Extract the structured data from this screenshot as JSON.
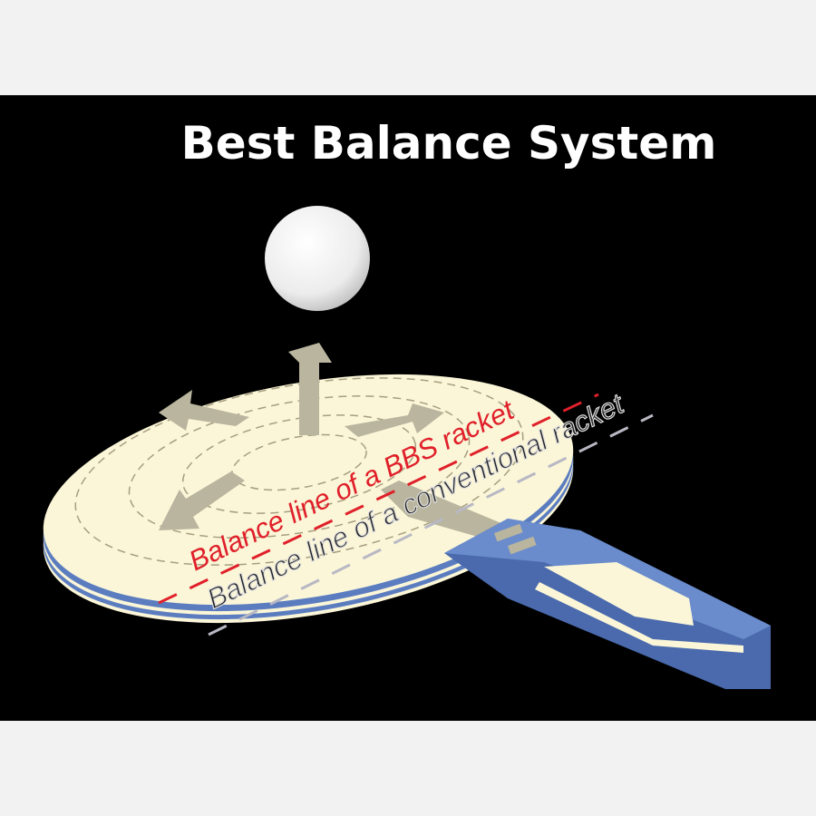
{
  "title": "Best Balance System",
  "labels": {
    "bbs": "Balance line of a BBS racket",
    "conventional": "Balance line of a conventional racket"
  },
  "colors": {
    "background": "#000000",
    "blade": "#fbf6d8",
    "handle": "#5b7dc0",
    "arrow": "#b9b59e",
    "bbs_line": "#e0202a",
    "conventional_line": "#b8b8c4"
  }
}
